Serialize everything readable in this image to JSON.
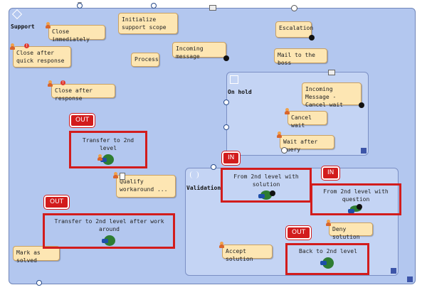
{
  "pools": {
    "support": "Support",
    "on_hold": "On hold",
    "validation": "Validation"
  },
  "tasks": {
    "close_immediately": "Close immediately",
    "initialize_scope": "Initialize support scope",
    "incoming_message": "Incoming message",
    "escalation": "Escalation",
    "mail_boss": "Mail to the boss",
    "close_quick": "Close after quick response",
    "process": "Process",
    "close_after_response": "Close after response",
    "incoming_cancel": "Incoming Message - Cancel wait",
    "cancel_wait": "Cancel wait",
    "wait_after_query": "Wait after query",
    "transfer_2nd": "Transfer to 2nd level",
    "qualify_workaround": "Qualify workaround ...",
    "from_2nd_solution": "From 2nd level with solution",
    "from_2nd_question": "From 2nd level with question",
    "transfer_2nd_workaround": "Transfer to 2nd level after work around",
    "deny_solution": "Deny solution",
    "accept_solution": "Accept solution",
    "back_2nd": "Back to 2nd level",
    "mark_solved": "Mark as solved"
  },
  "badges": {
    "out": "OUT",
    "in": "IN"
  },
  "colors": {
    "highlight": "#d21c1c",
    "task_fill": "#fde6b3",
    "pool_fill": "#b3c7ef"
  }
}
